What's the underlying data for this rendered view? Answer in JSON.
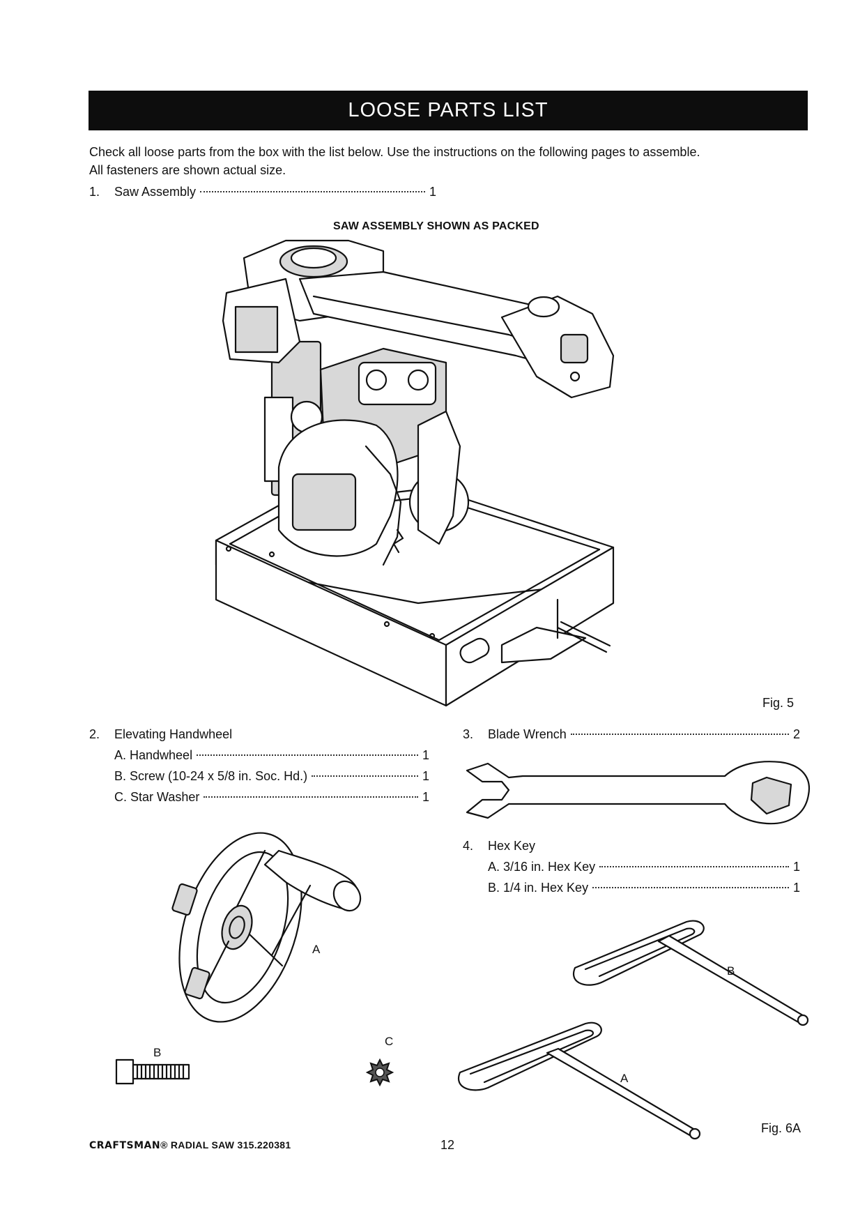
{
  "header": {
    "title": "LOOSE PARTS LIST"
  },
  "intro": {
    "line1": "Check all loose parts from the box with the list below. Use the instructions on the following pages to assemble.",
    "line2": "All fasteners are shown actual size."
  },
  "items": [
    {
      "num": "1.",
      "label": "Saw Assembly",
      "qty": "1"
    },
    {
      "num": "2.",
      "label": "Elevating Handwheel",
      "subs": [
        {
          "label": "A. Handwheel",
          "qty": "1"
        },
        {
          "label": "B. Screw (10-24 x 5/8 in. Soc. Hd.)",
          "qty": "1"
        },
        {
          "label": "C. Star Washer",
          "qty": "1"
        }
      ]
    },
    {
      "num": "3.",
      "label": "Blade Wrench",
      "qty": "2"
    },
    {
      "num": "4.",
      "label": "Hex Key",
      "subs": [
        {
          "label": "A. 3/16 in. Hex Key",
          "qty": "1"
        },
        {
          "label": "B. 1/4 in. Hex Key",
          "qty": "1"
        }
      ]
    }
  ],
  "figures": {
    "saw_caption": "SAW ASSEMBLY SHOWN AS PACKED",
    "fig5": "Fig. 5",
    "fig6a": "Fig. 6A",
    "handwheel_label": "A",
    "screw_label": "B",
    "washer_label": "C",
    "hexkey_a_label": "A",
    "hexkey_b_label": "B"
  },
  "footer": {
    "brand": "CRAFTSMAN",
    "model": "RADIAL SAW 315.220381",
    "page": "12"
  }
}
